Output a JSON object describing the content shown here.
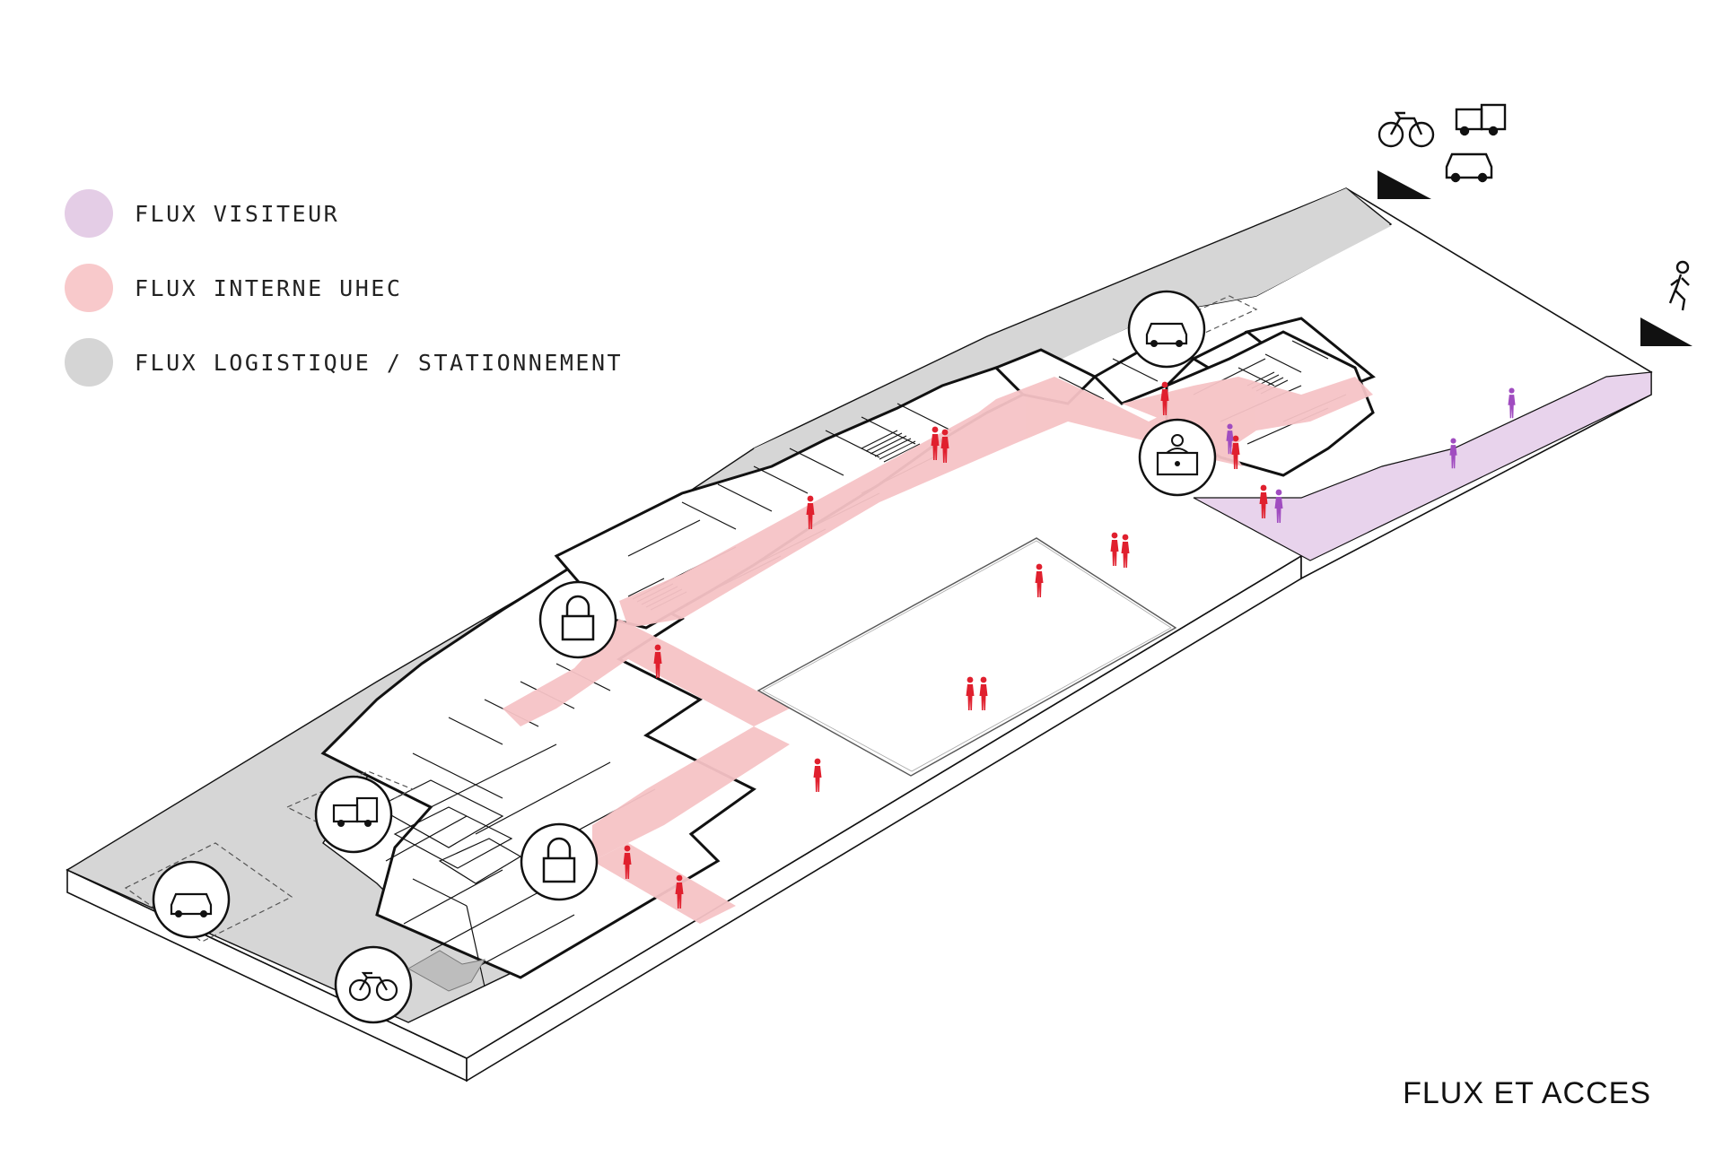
{
  "legend": {
    "items": [
      {
        "label": "FLUX VISITEUR",
        "color": "#e4cde6"
      },
      {
        "label": "FLUX INTERNE UHEC",
        "color": "#f8c9cb"
      },
      {
        "label": "FLUX LOGISTIQUE / STATIONNEMENT",
        "color": "#d5d5d5"
      }
    ]
  },
  "title": "FLUX ET ACCES",
  "colors": {
    "internal_figure": "#e0202e",
    "visitor_figure": "#a04cc0",
    "outline": "#111111"
  }
}
